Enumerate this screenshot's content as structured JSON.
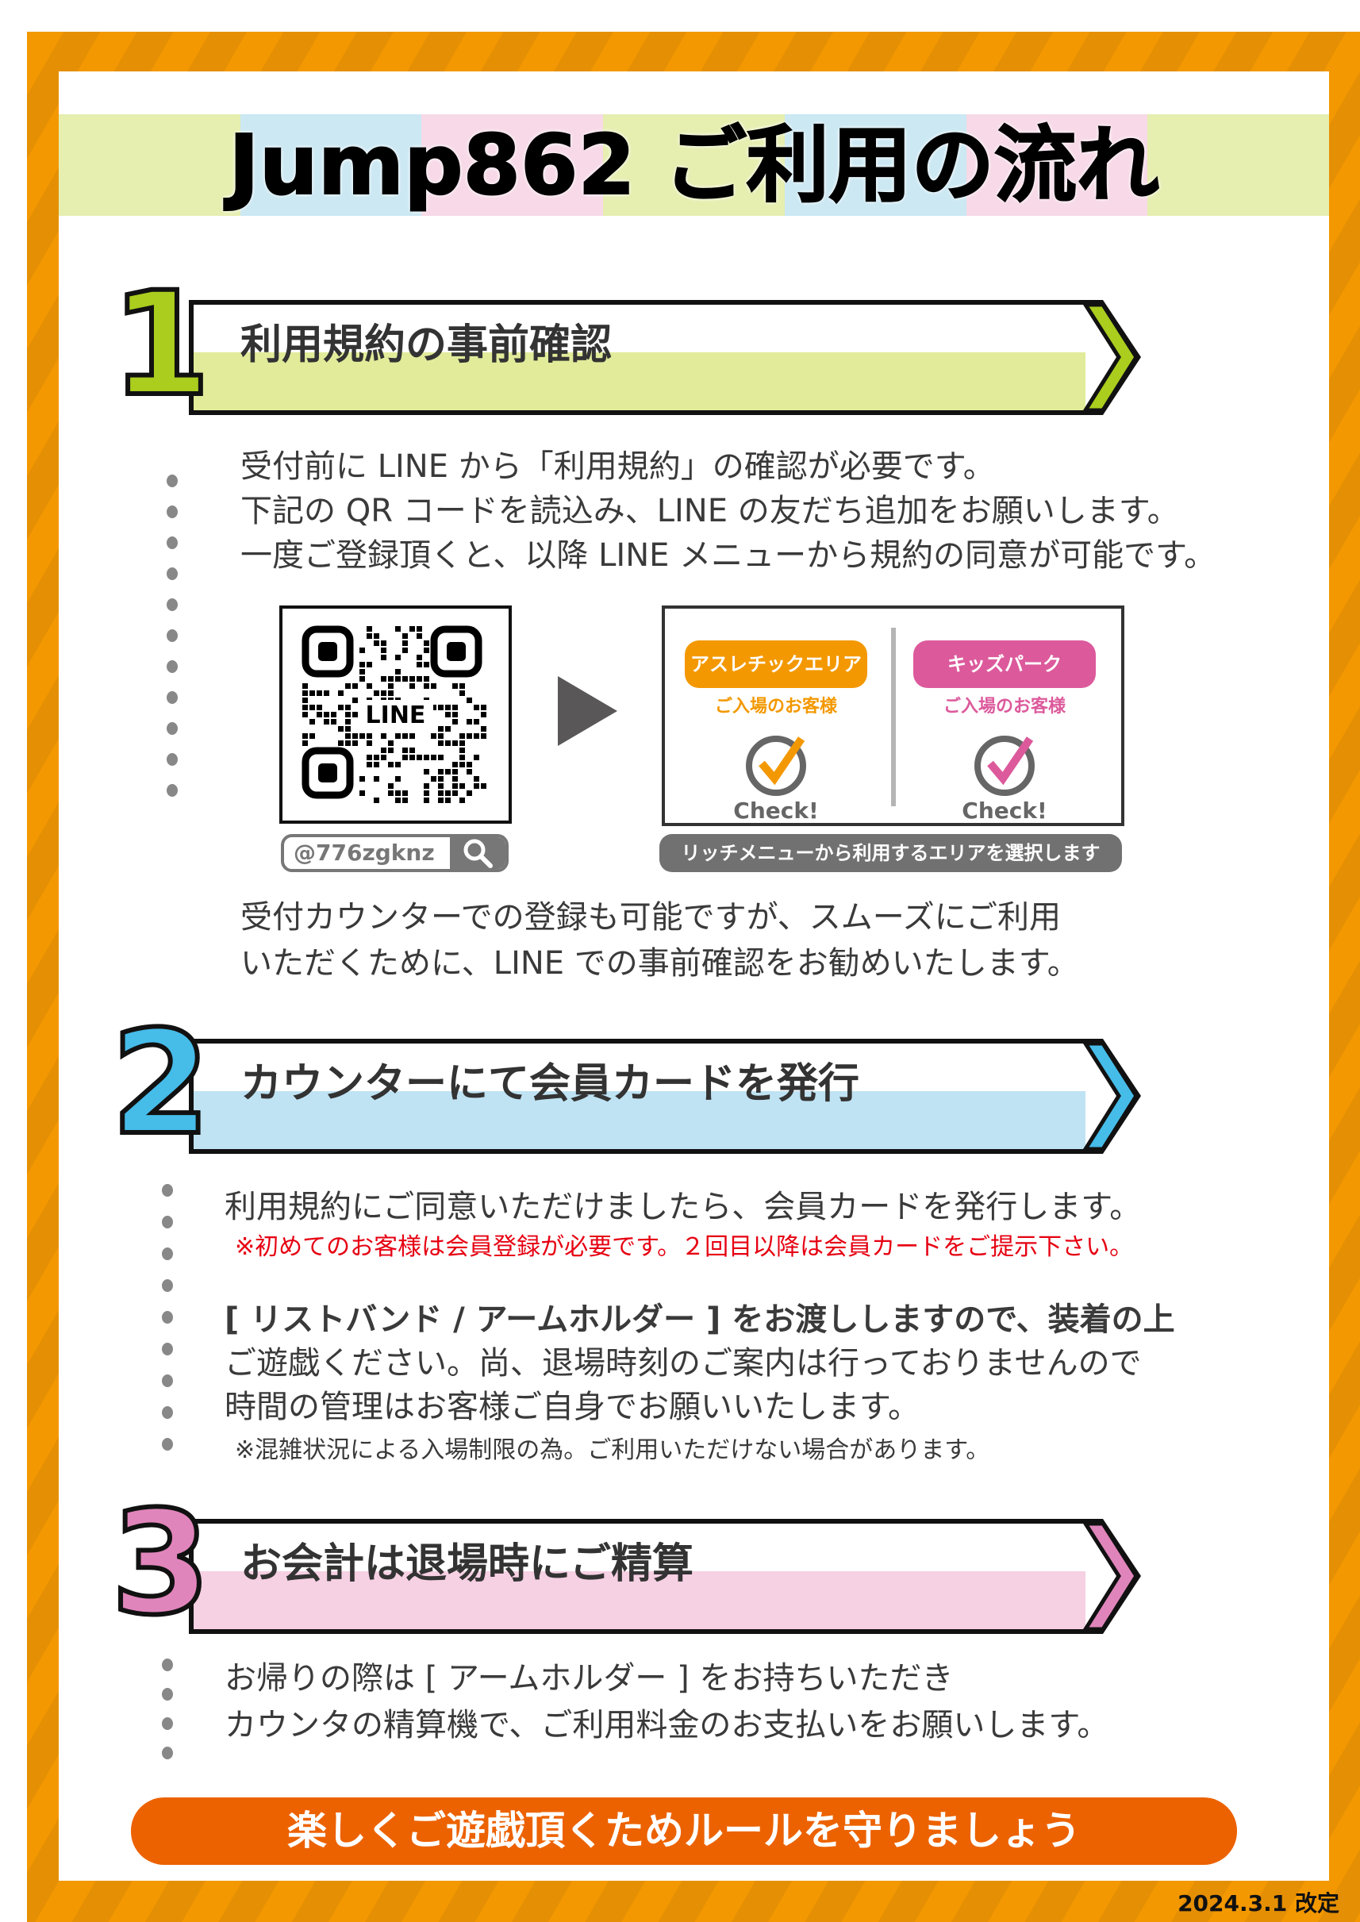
{
  "title": "Jump862 ご利用の流れ",
  "colors": {
    "orange": "#f39800",
    "green": "#aacd1e",
    "green_light": "#e2eb9a",
    "blue": "#46bce9",
    "blue_light": "#bfe3f3",
    "pink": "#e085bb",
    "pink_light": "#f6d0e3",
    "footer": "#ec6200",
    "red": "#e60012"
  },
  "steps": [
    {
      "number": "1",
      "title": "利用規約の事前確認",
      "lines": [
        "受付前に LINE から「利用規約」の確認が必要です。",
        "下記の QR コードを読込み、LINE の友だち追加をお願いします。",
        "一度ご登録頂くと、以降 LINE メニューから規約の同意が可能です。"
      ],
      "after": [
        "受付カウンターでの登録も可能ですが、スムーズにご利用",
        "いただくために、LINE での事前確認をお勧めいたします。"
      ]
    },
    {
      "number": "2",
      "title": "カウンターにて会員カードを発行",
      "lines": [
        "利用規約にご同意いただけましたら、会員カードを発行します。"
      ],
      "note_red": "※初めてのお客様は会員登録が必要です。２回目以降は会員カードをご提示下さい。",
      "lines2": [
        "[ リストバンド / アームホルダー ] をお渡ししますので、装着の上",
        "ご遊戯ください。尚、退場時刻のご案内は行っておりませんので",
        "時間の管理はお客様ご自身でお願いいたします。"
      ],
      "note": "※混雑状況による入場制限の為。ご利用いただけない場合があります。"
    },
    {
      "number": "3",
      "title": "お会計は退場時にご精算",
      "lines": [
        "お帰りの際は [ アームホルダー ] をお持ちいただき",
        "カウンタの精算機で、ご利用料金のお支払いをお願いします。"
      ]
    }
  ],
  "qr": {
    "center_label": "LINE",
    "line_id": "@776zgknz"
  },
  "rich_menu": {
    "areas": [
      {
        "label": "アスレチックエリア",
        "sub": "ご入場のお客様",
        "check": "Check!"
      },
      {
        "label": "キッズパーク",
        "sub": "ご入場のお客様",
        "check": "Check!"
      }
    ],
    "caption": "リッチメニューから利用するエリアを選択します"
  },
  "footer": "楽しくご遊戯頂くためルールを守りましょう",
  "date": "2024.3.1 改定"
}
